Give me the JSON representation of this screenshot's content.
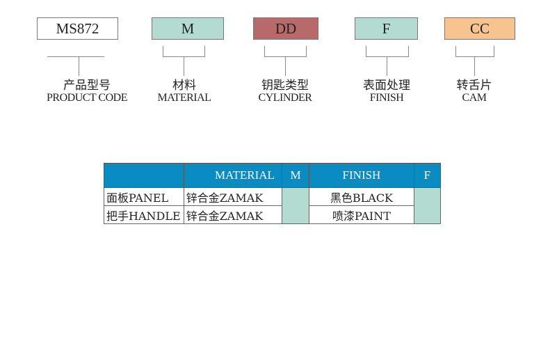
{
  "codes": [
    {
      "value": "MS872",
      "cn": "产品型号",
      "en": "PRODUCT CODE",
      "color": "#ffffff"
    },
    {
      "value": "M",
      "cn": "材料",
      "en": "MATERIAL",
      "color": "#b3dbd2"
    },
    {
      "value": "DD",
      "cn": "钥匙类型",
      "en": "CYLINDER",
      "color": "#b86a6a"
    },
    {
      "value": "F",
      "cn": "表面处理",
      "en": "FINISH",
      "color": "#b3dbd2"
    },
    {
      "value": "CC",
      "cn": "转舌片",
      "en": "CAM",
      "color": "#f7c38e"
    }
  ],
  "table": {
    "headers": [
      "",
      "MATERIAL",
      "M",
      "FINISH",
      "F"
    ],
    "rows": [
      {
        "part": "面板PANEL",
        "material": "锌合金ZAMAK",
        "finish": "黑色BLACK"
      },
      {
        "part": "把手HANDLE",
        "material": "锌合金ZAMAK",
        "finish": "喷漆PAINT"
      }
    ]
  }
}
